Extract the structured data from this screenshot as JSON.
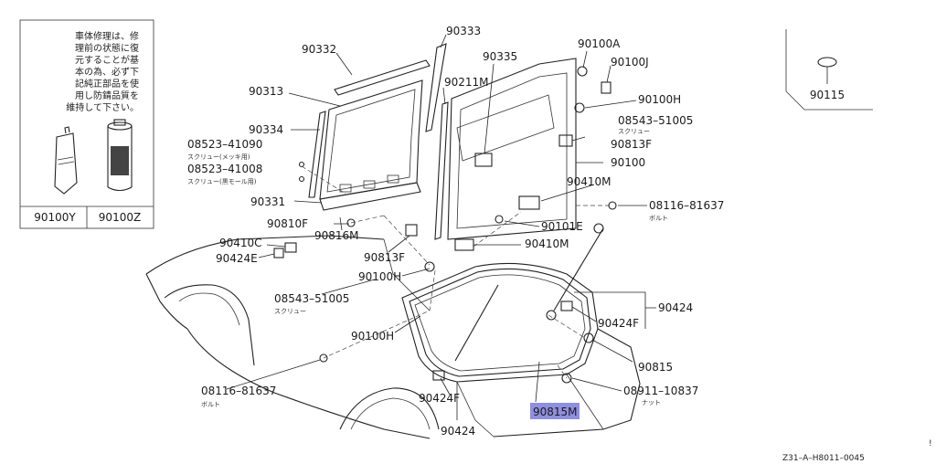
{
  "notice": {
    "lines": [
      "車体修理は、修",
      "理前の状態に復",
      "元することが基",
      "本の為、必ず下",
      "記純正部品を使",
      "用し防錆品質を",
      "維持して下さい。"
    ],
    "left_part": "90100Y",
    "right_part": "90100Z"
  },
  "labels": {
    "l90333": "90333",
    "l90332": "90332",
    "l90335": "90335",
    "l90100A": "90100A",
    "l90100J": "90100J",
    "l90313": "90313",
    "l90211M": "90211M",
    "l90100H_top": "90100H",
    "l90334": "90334",
    "l08543_top": "08543–51005",
    "l08543_top_sub": "スクリュー",
    "l08523_a": "08523–41090",
    "l08523_a_sub": "スクリュー(メッキ用)",
    "l08523_b": "08523–41008",
    "l08523_b_sub": "スクリュー(黒モール用)",
    "l90813F_top": "90813F",
    "l90100": "90100",
    "l90410M_top": "90410M",
    "l90331": "90331",
    "l08116_top": "08116–81637",
    "l08116_top_sub": "ボルト",
    "l90810F": "90810F",
    "l90101E": "90101E",
    "l90816M": "90816M",
    "l90410C": "90410C",
    "l90410M_mid": "90410M",
    "l90424E": "90424E",
    "l90813F_mid": "90813F",
    "l90100H_mid": "90100H",
    "l08543_bot": "08543–51005",
    "l08543_bot_sub": "スクリュー",
    "l90424_right": "90424",
    "l90424F_right": "90424F",
    "l90100H_low": "90100H",
    "l90815": "90815",
    "l08116_bot": "08116–81637",
    "l08116_bot_sub": "ボルト",
    "l08911": "08911–10837",
    "l08911_sub": "ナット",
    "l90424F_low": "90424F",
    "l90815M": "90815M",
    "l90424_bottom": "90424",
    "l90115": "90115"
  },
  "highlight_color": "#8f8fe0",
  "footer": "Z31–A–H8011–0045",
  "footer_mark": "!"
}
